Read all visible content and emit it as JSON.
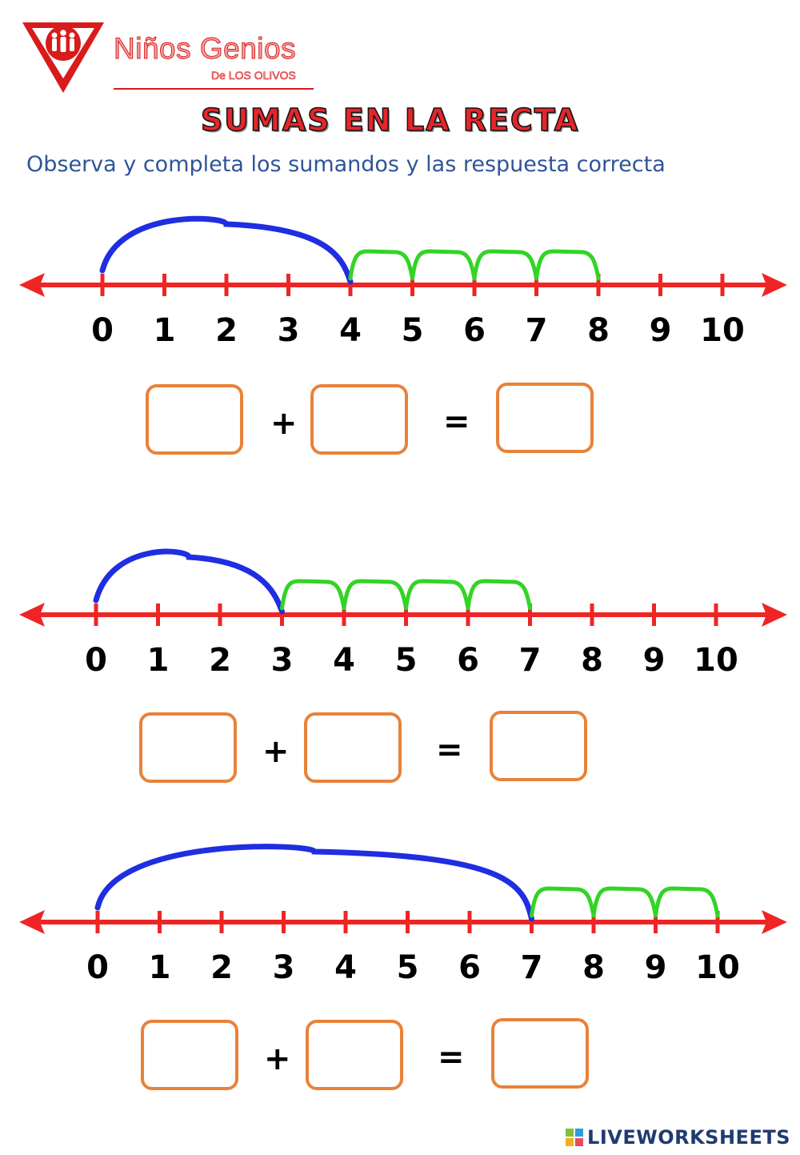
{
  "brand": {
    "name": "Niños Genios",
    "subtitle": "De LOS OLIVOS"
  },
  "title": "SUMAS EN  LA RECTA",
  "instruction": "Observa y completa los sumandos y las respuesta correcta",
  "colors": {
    "axis": "#ef2525",
    "first_jump": "#1f2ee0",
    "second_jump": "#33d426",
    "box_border": "#e8823a",
    "instruction": "#2f5597"
  },
  "exercises": [
    {
      "ticks": [
        "0",
        "1",
        "2",
        "3",
        "4",
        "5",
        "6",
        "7",
        "8",
        "9",
        "10"
      ],
      "first_jump": {
        "from": 0,
        "to": 4
      },
      "unit_jumps": [
        4,
        5,
        6,
        7,
        8
      ],
      "equation": {
        "addend_a": "",
        "plus": "+",
        "addend_b": "",
        "equals": "=",
        "result": ""
      }
    },
    {
      "ticks": [
        "0",
        "1",
        "2",
        "3",
        "4",
        "5",
        "6",
        "7",
        "8",
        "9",
        "10"
      ],
      "first_jump": {
        "from": 0,
        "to": 3
      },
      "unit_jumps": [
        3,
        4,
        5,
        6,
        7
      ],
      "equation": {
        "addend_a": "",
        "plus": "+",
        "addend_b": "",
        "equals": "=",
        "result": ""
      }
    },
    {
      "ticks": [
        "0",
        "1",
        "2",
        "3",
        "4",
        "5",
        "6",
        "7",
        "8",
        "9",
        "10"
      ],
      "first_jump": {
        "from": 0,
        "to": 7
      },
      "unit_jumps": [
        7,
        8,
        9,
        10
      ],
      "equation": {
        "addend_a": "",
        "plus": "+",
        "addend_b": "",
        "equals": "=",
        "result": ""
      }
    }
  ],
  "footer": {
    "brand": "LIVEWORKSHEETS",
    "icon": "liveworksheets-logo-icon"
  }
}
